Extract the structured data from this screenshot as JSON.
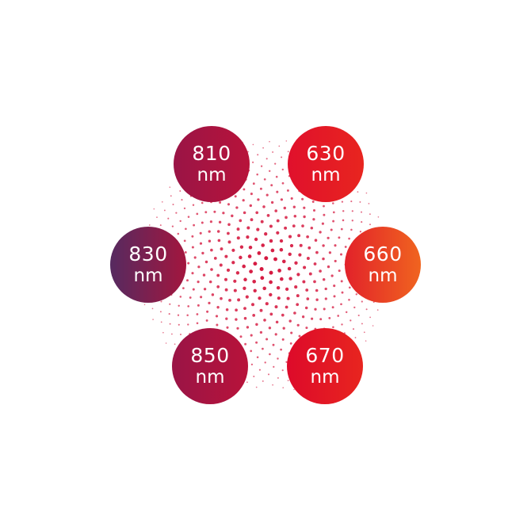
{
  "wavelengths": [
    {
      "value": "810",
      "unit": "nm",
      "from": "#9a1446",
      "to": "#b8133a"
    },
    {
      "value": "630",
      "unit": "nm",
      "from": "#e0102c",
      "to": "#e8251f"
    },
    {
      "value": "830",
      "unit": "nm",
      "from": "#562a60",
      "to": "#a3163e"
    },
    {
      "value": "660",
      "unit": "nm",
      "from": "#e2222a",
      "to": "#f0641f"
    },
    {
      "value": "850",
      "unit": "nm",
      "from": "#9a1446",
      "to": "#b8133a"
    },
    {
      "value": "670",
      "unit": "nm",
      "from": "#dd0a2a",
      "to": "#e8251f"
    }
  ],
  "dot_color": "#d4123a"
}
